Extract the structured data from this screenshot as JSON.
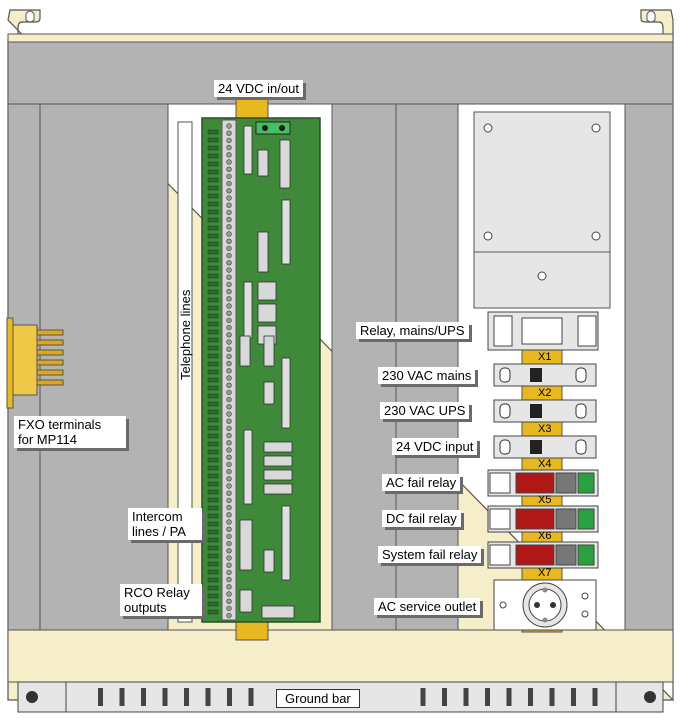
{
  "labels": {
    "vdc_in_out": "24 VDC in/out",
    "telephone_lines": "Telephone lines",
    "fxo_terminals_line1": "FXO terminals",
    "fxo_terminals_line2": "for MP114",
    "intercom_line1": "Intercom",
    "intercom_line2": "lines / PA",
    "rco_line1": "RCO Relay",
    "rco_line2": "outputs",
    "relay_mains_ups": "Relay, mains/UPS",
    "vac_mains": "230 VAC mains",
    "vac_ups": "230 VAC UPS",
    "vdc_input": "24 VDC input",
    "ac_fail_relay": "AC fail relay",
    "dc_fail_relay": "DC fail relay",
    "system_fail_relay": "System fail relay",
    "ac_service_outlet": "AC service outlet",
    "ground_bar": "Ground bar"
  },
  "terminals": [
    "X1",
    "X2",
    "X3",
    "X4",
    "X5",
    "X6",
    "X7"
  ],
  "colors": {
    "cabinet": "#f6edc9",
    "panel": "#b3b3b3",
    "pcb": "#3f8a3a",
    "din_rail": "#e8b820",
    "relay_red": "#b01818",
    "relay_green": "#2aa040"
  }
}
